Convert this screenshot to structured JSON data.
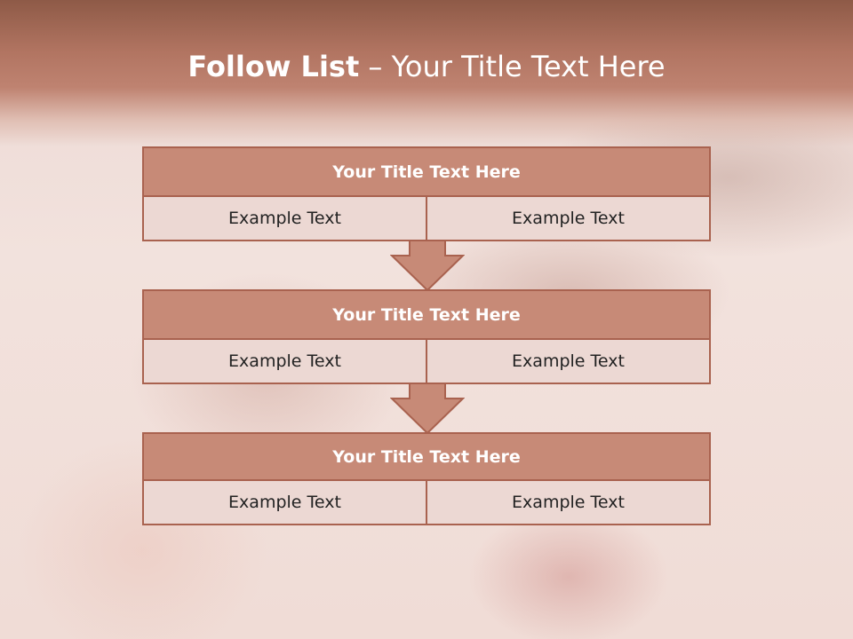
{
  "slide": {
    "title_bold": "Follow List",
    "title_rest": " – Your Title Text Here"
  },
  "blocks": [
    {
      "title": "Your Title Text Here",
      "left": "Example Text",
      "right": "Example Text"
    },
    {
      "title": "Your Title Text Here",
      "left": "Example Text",
      "right": "Example Text"
    },
    {
      "title": "Your Title Text Here",
      "left": "Example Text",
      "right": "Example Text"
    }
  ],
  "icons": {
    "connector": "down-arrow-icon"
  },
  "colors": {
    "header_fill": "#c78a77",
    "border": "#a9624f",
    "cell_fill": "#ecd8d3",
    "band": "#b17461"
  }
}
